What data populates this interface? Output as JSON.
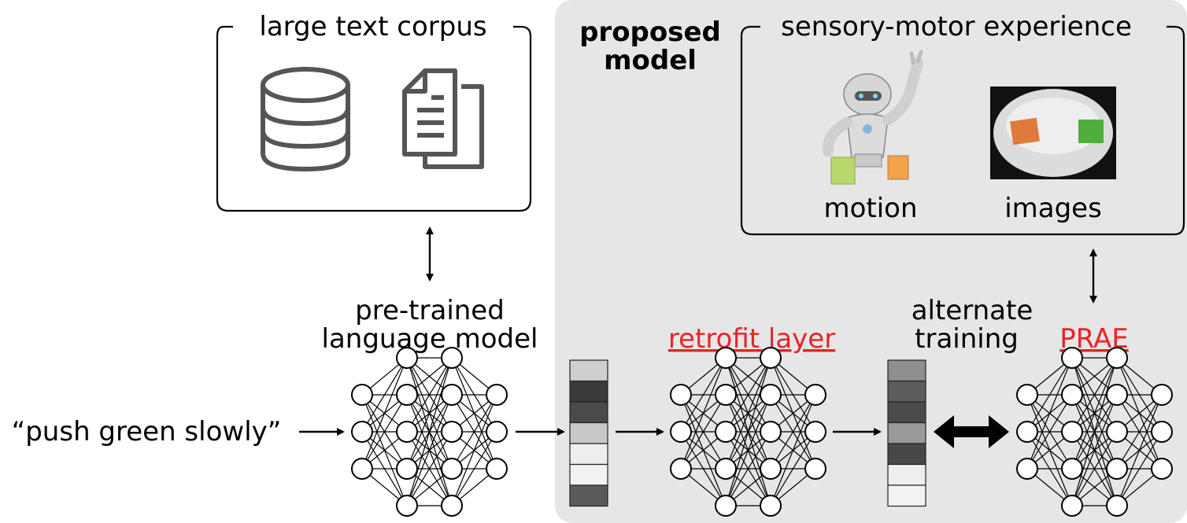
{
  "corpus": {
    "title": "large text corpus",
    "icons": [
      "database-icon",
      "documents-icon"
    ]
  },
  "proposed": {
    "label_line1": "proposed",
    "label_line2": "model"
  },
  "experience": {
    "title": "sensory-motor experience",
    "motion_label": "motion",
    "images_label": "images"
  },
  "language_model": {
    "label_line1": "pre-trained",
    "label_line2": "language model"
  },
  "input": {
    "text": "“push green slowly”"
  },
  "retrofit": {
    "label": "retrofit layer"
  },
  "alternate": {
    "label_line1": "alternate",
    "label_line2": "training"
  },
  "prae": {
    "label": "PRAE"
  },
  "vector1": {
    "cells": [
      "#cfcfcf",
      "#3a3a3a",
      "#4a4a4a",
      "#c8c8c8",
      "#eeeeee",
      "#f2f2f2",
      "#5a5a5a"
    ]
  },
  "vector2": {
    "cells": [
      "#8f8f8f",
      "#5c5c5c",
      "#4a4a4a",
      "#9a9a9a",
      "#474747",
      "#eeeeee",
      "#f3f3f3"
    ]
  },
  "colors": {
    "gray_panel": "#e6e6e6",
    "accent_red": "#e8232a"
  }
}
